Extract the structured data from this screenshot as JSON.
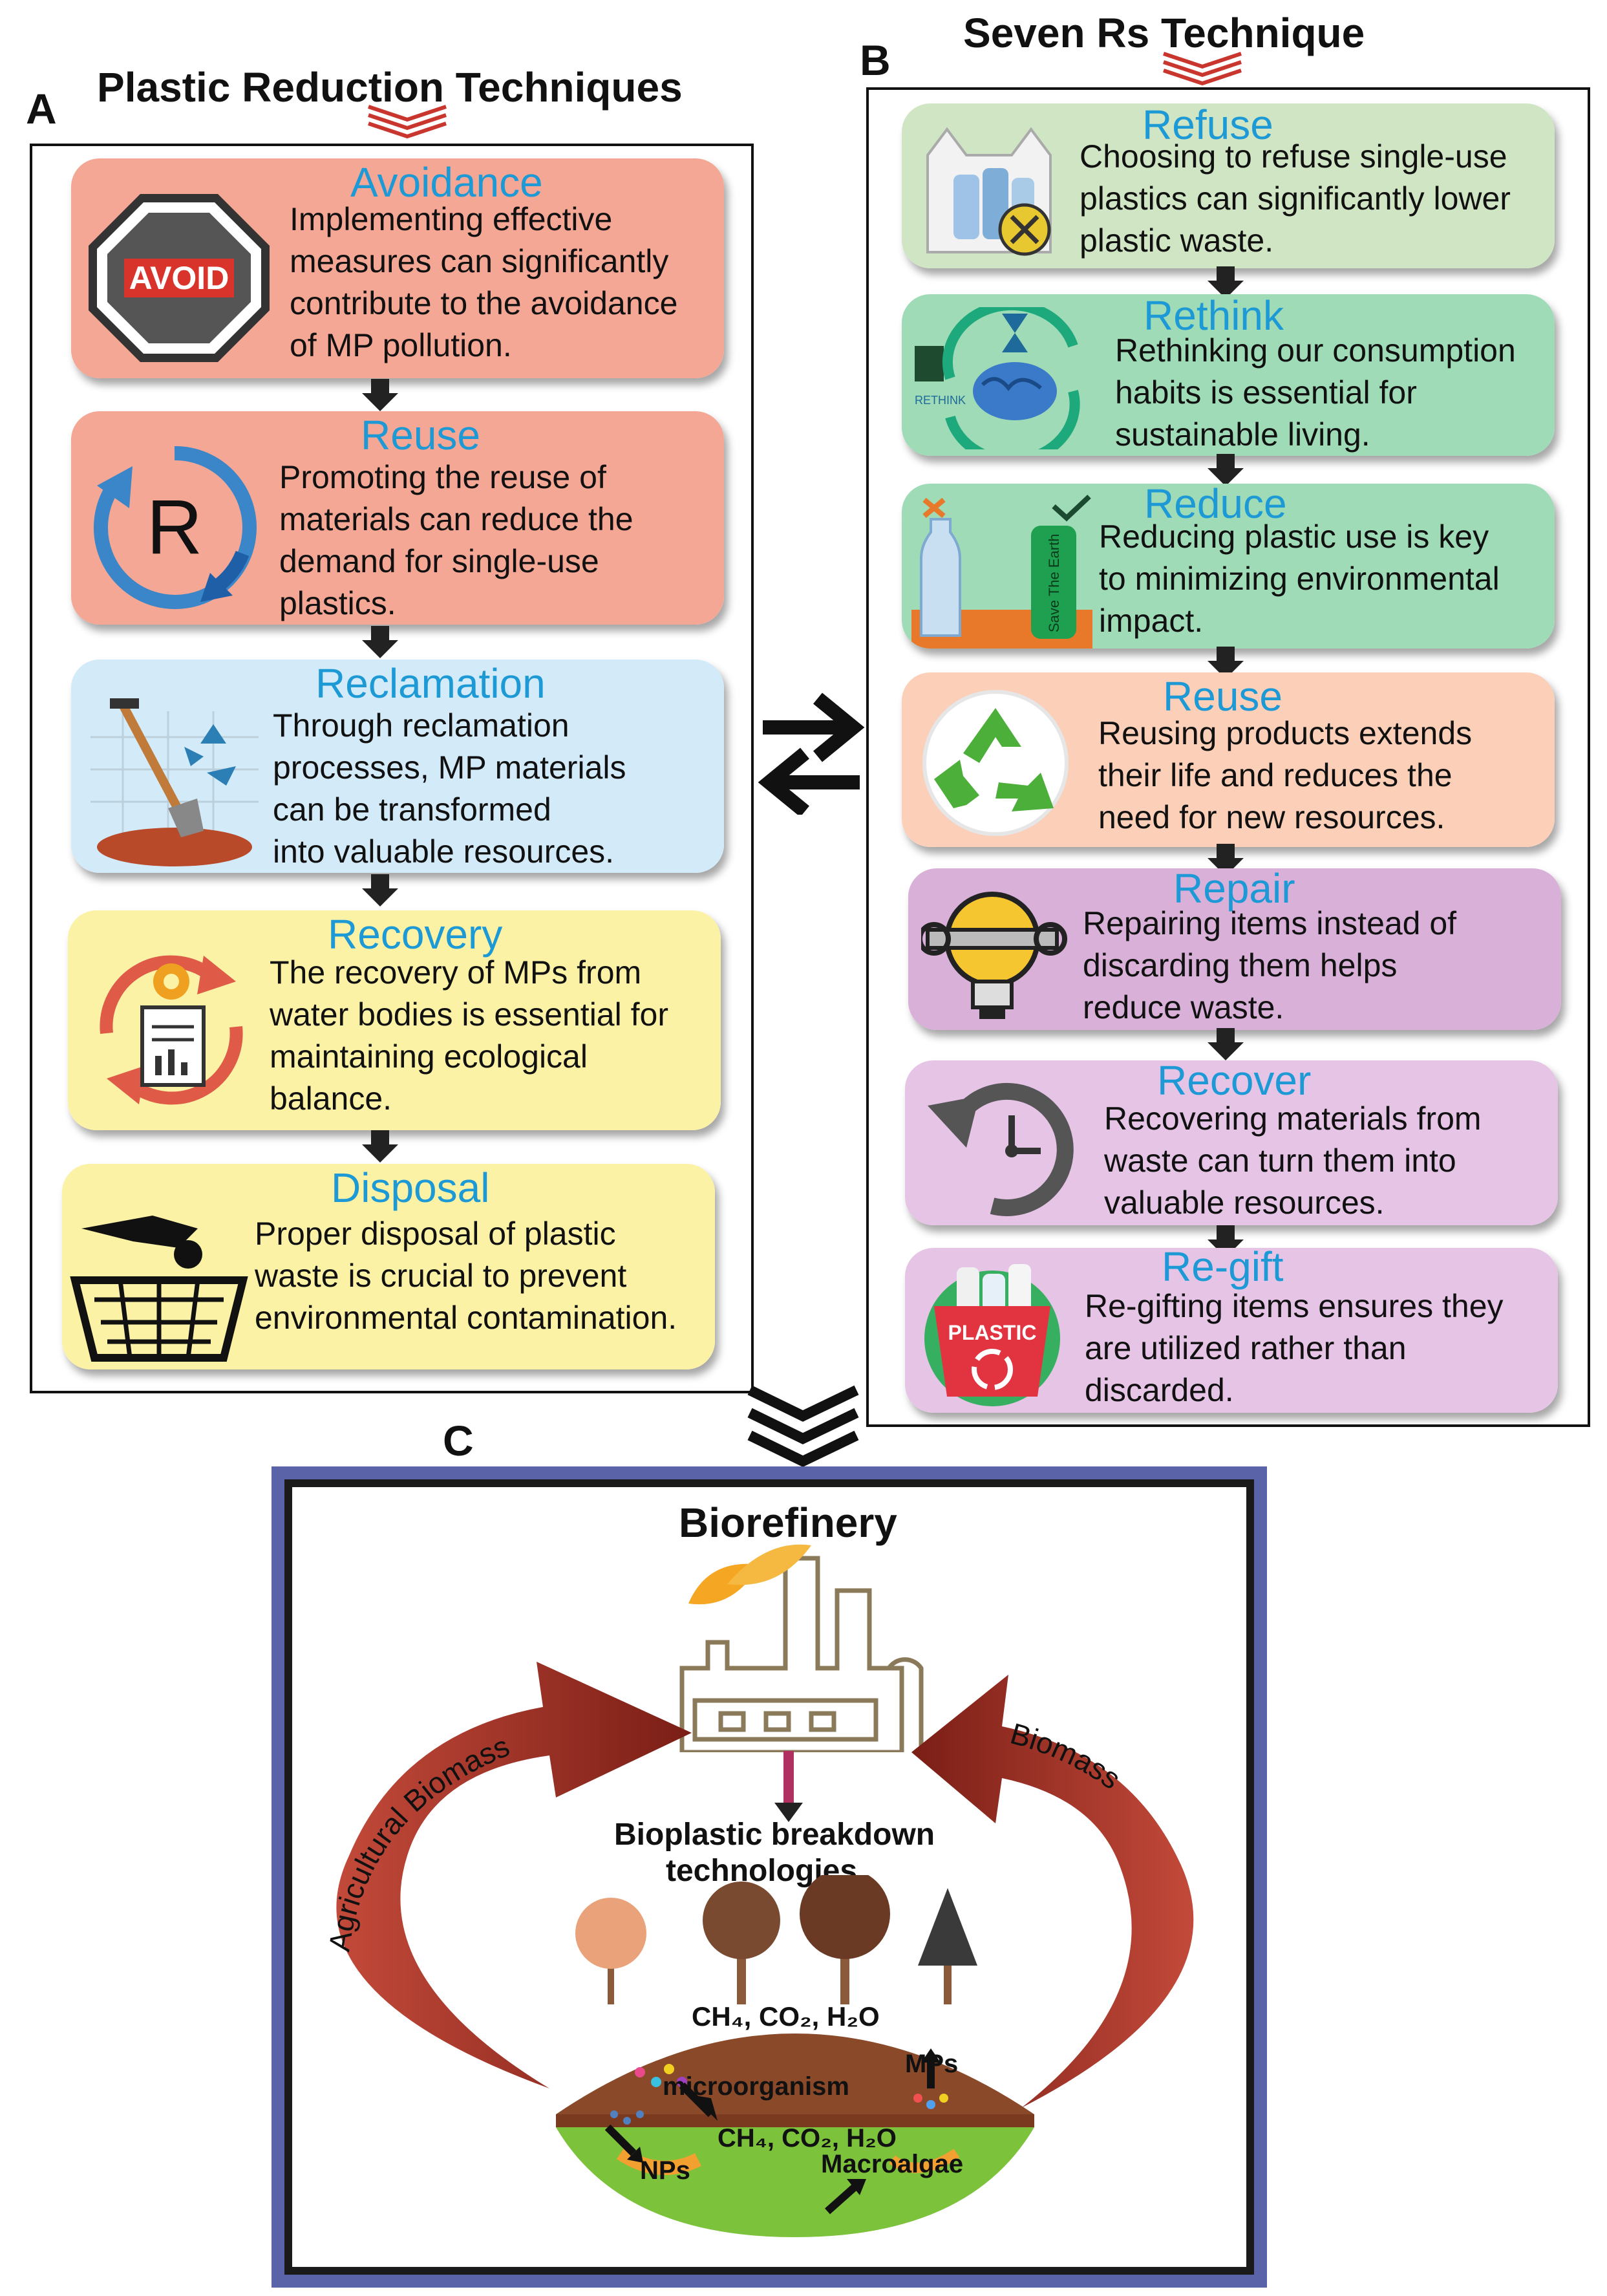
{
  "panel_a": {
    "letter": "A",
    "title": "Plastic Reduction Techniques",
    "cards": [
      {
        "title": "Avoidance",
        "text": "Implementing effective\nmeasures can significantly\ncontribute to the avoidance\nof MP pollution.",
        "icon": "avoid-sign-icon",
        "icon_text": "AVOID",
        "color": "#f4a795"
      },
      {
        "title": "Reuse",
        "text": "Promoting the reuse of\nmaterials can reduce the\ndemand for single-use\nplastics.",
        "icon": "reuse-circle-icon",
        "icon_text": "R",
        "color": "#f4a795"
      },
      {
        "title": "Reclamation",
        "text": "Through reclamation\nprocesses, MP materials\ncan be transformed\ninto valuable resources.",
        "icon": "shovel-recycle-icon",
        "color": "#d3ebf8"
      },
      {
        "title": "Recovery",
        "text": "The recovery of MPs from\nwater bodies is essential for\nmaintaining ecological\nbalance.",
        "icon": "recovery-cycle-icon",
        "color": "#fbf2a6"
      },
      {
        "title": "Disposal",
        "text": "Proper disposal of plastic\nwaste is crucial to prevent\nenvironmental contamination.",
        "icon": "disposal-basket-icon",
        "color": "#fbf2a6"
      }
    ]
  },
  "panel_b": {
    "letter": "B",
    "title": "Seven Rs Technique",
    "cards": [
      {
        "title": "Refuse",
        "text": "Choosing to refuse single-use\nplastics can significantly lower\nplastic waste.",
        "icon": "plastic-bag-icon",
        "color": "#cfe5c3"
      },
      {
        "title": "Rethink",
        "text": "Rethinking our consumption\nhabits is essential for\nsustainable living.",
        "icon": "rethink-brain-icon",
        "icon_text": "RETHINK",
        "color": "#9fdbb6"
      },
      {
        "title": "Reduce",
        "text": "Reducing plastic use is key\nto minimizing environmental\nimpact.",
        "icon": "bottle-icon",
        "icon_text": "Save The Earth",
        "color": "#9fdbb6"
      },
      {
        "title": "Reuse",
        "text": "Reusing products extends\ntheir life and reduces the\nneed for new resources.",
        "icon": "recycle-arrows-icon",
        "color": "#fbcfb8"
      },
      {
        "title": "Repair",
        "text": "Repairing items instead of\ndiscarding them helps\nreduce waste.",
        "icon": "lightbulb-wrench-icon",
        "color": "#d8b0d8"
      },
      {
        "title": "Recover",
        "text": "Recovering materials from\nwaste can turn them into\nvaluable resources.",
        "icon": "clock-arrow-icon",
        "color": "#e5c4e5"
      },
      {
        "title": "Re-gift",
        "text": "Re-gifting items ensures they\nare utilized rather than\ndiscarded.",
        "icon": "plastic-bin-icon",
        "icon_text": "PLASTIC",
        "color": "#e5c4e5"
      }
    ]
  },
  "panel_c": {
    "letter": "C",
    "title": "Biorefinery",
    "left_arrow_label": "Agricultural  Biomass",
    "right_arrow_label": "Biomass",
    "breakdown_line1": "Bioplastic breakdown",
    "breakdown_line2": "technologies",
    "gas_top": "CH₄, CO₂, H₂O",
    "gas_bottom": "CH₄, CO₂, H₂O",
    "mps": "MPs",
    "microorganism": "microorganism",
    "nps": "NPs",
    "macroalgae": "Macroalgae"
  },
  "colors": {
    "title_blue": "#1d9ad6",
    "arrow_red": "#8e2a22",
    "frame_blue": "#5a63a8",
    "chevron_red": "#c8362e"
  }
}
